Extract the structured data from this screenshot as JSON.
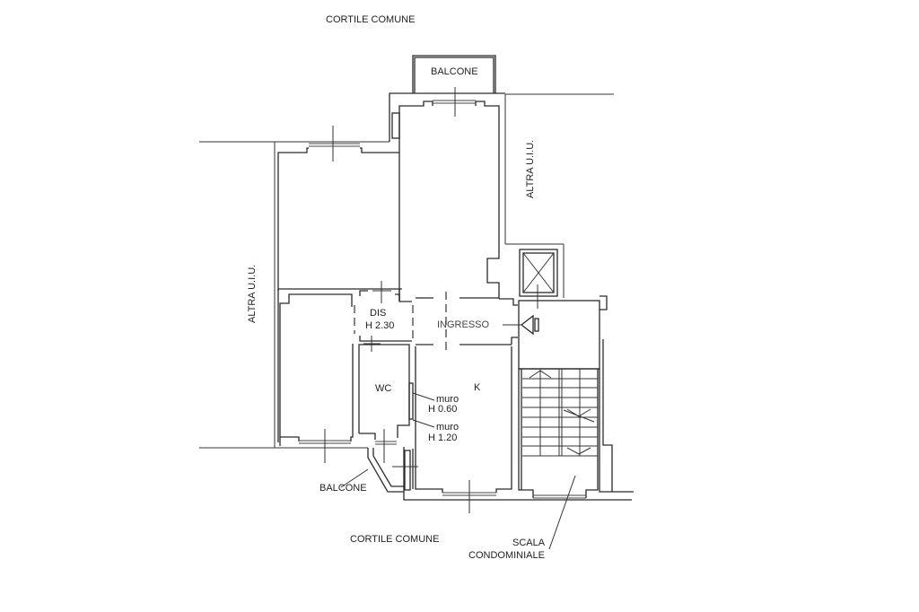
{
  "plan": {
    "colors": {
      "line": "#2a2a2a",
      "background": "#ffffff",
      "text": "#222222"
    },
    "labels": {
      "courtyard_top": "CORTILE COMUNE",
      "courtyard_bottom": "CORTILE COMUNE",
      "balcony_top": "BALCONE",
      "balcony_bottom": "BALCONE",
      "other_unit_left": "ALTRA U.I.U.",
      "other_unit_right": "ALTRA U.I.U.",
      "hallway": "DIS",
      "hallway_height": "H 2.30",
      "entrance": "INGRESSO",
      "bathroom": "WC",
      "kitchen": "K",
      "wall_note_1_title": "muro",
      "wall_note_1_height": "H 0.60",
      "wall_note_2_title": "muro",
      "wall_note_2_height": "H 1.20",
      "stair_line_1": "SCALA",
      "stair_line_2": "CONDOMINIALE"
    },
    "icons": {
      "elevator": "elevator-cross-icon",
      "entrance_marker": "entrance-triangle-icon",
      "stair_arrows": "stair-direction-arrow-icon"
    }
  }
}
